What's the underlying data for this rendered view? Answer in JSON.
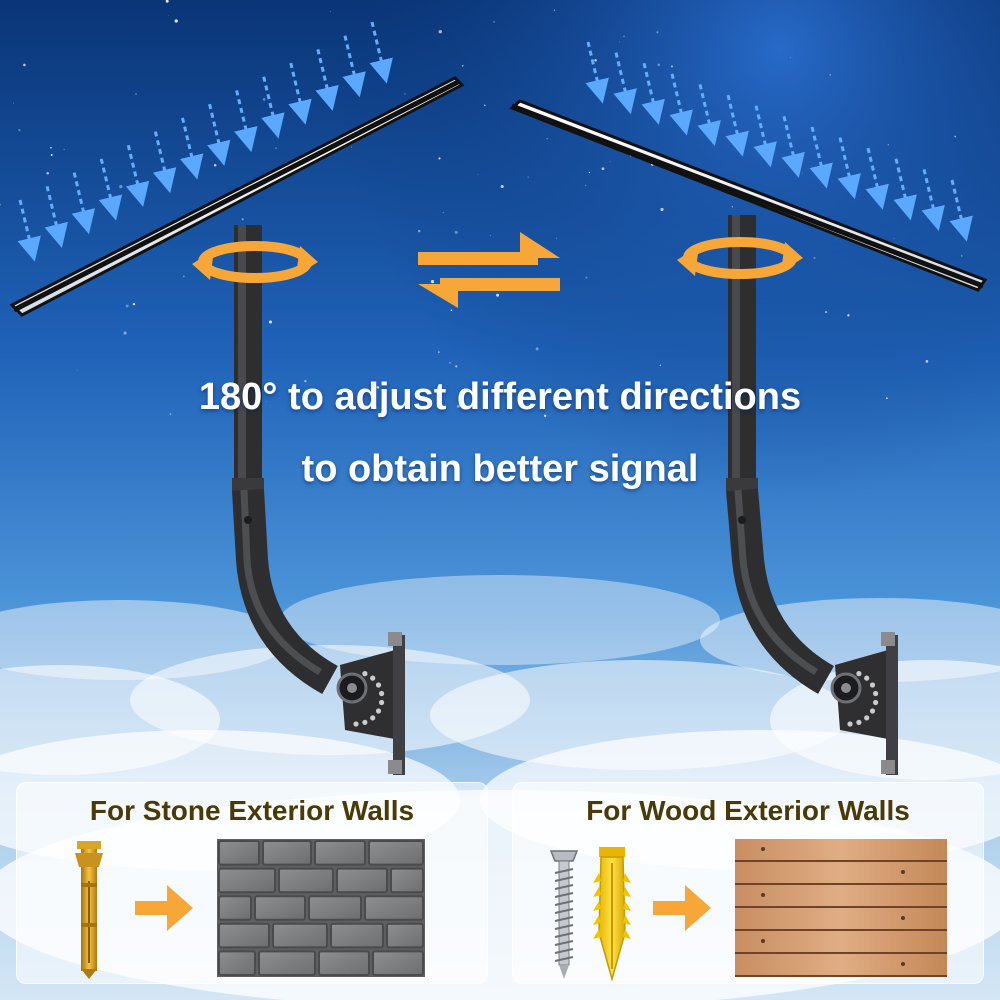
{
  "caption": {
    "line1": "180° to adjust different directions",
    "line2": "to obtain better signal"
  },
  "panels": [
    {
      "title": "For Stone Exterior Walls"
    },
    {
      "title": "For Wood Exterior Walls"
    }
  ],
  "colors": {
    "sky_top": "#0b3f8c",
    "sky_mid": "#2f7fd0",
    "sky_low": "#9cc8ea",
    "accent_orange": "#f7a638",
    "arrow_blue": "#4a9bf0",
    "panel_title": "#4a3a08",
    "pole": "#3c3c3e"
  },
  "icons": [
    "signal-arrow-icon",
    "rotate-arrow-icon",
    "swap-arrows-icon",
    "right-arrow-icon"
  ]
}
